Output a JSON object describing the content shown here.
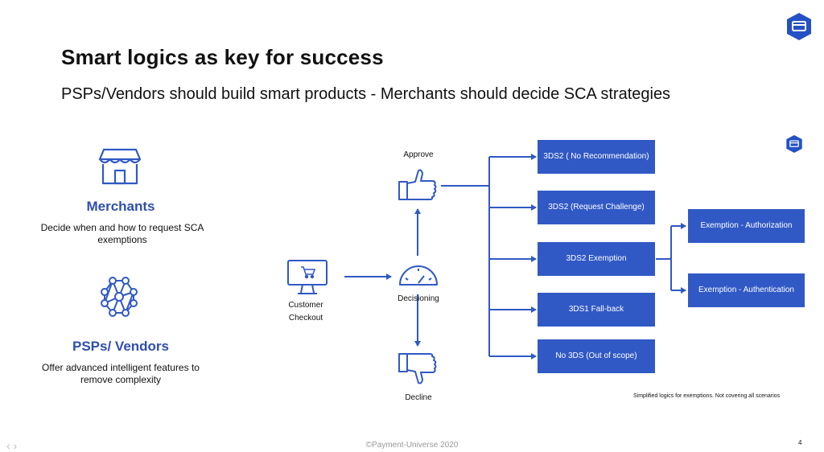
{
  "header": {
    "title": "Smart logics as key for success",
    "subtitle": "PSPs/Vendors should build smart products - Merchants should decide SCA strategies"
  },
  "roles": [
    {
      "title": "Merchants",
      "description": "Decide when and how  to request SCA exemptions",
      "icon": "store-icon"
    },
    {
      "title": "PSPs/ Vendors",
      "description": "Offer advanced intelligent features to remove complexity",
      "icon": "network-icon"
    }
  ],
  "flow": {
    "checkout_label_line1": "Customer",
    "checkout_label_line2": "Checkout",
    "decisioning_label": "Decisioning",
    "approve_label": "Approve",
    "decline_label": "Decline"
  },
  "outcomes": [
    "3DS2 ( No Recommendation)",
    "3DS2 (Request Challenge)",
    "3DS2 Exemption",
    "3DS1 Fall-back",
    "No 3DS (Out of scope)"
  ],
  "exemptions": [
    "Exemption - Authorization",
    "Exemption - Authentication"
  ],
  "note": "Simplified logics for exemptions. Not covering all scenarios",
  "footer": "©Payment-Universe 2020",
  "page_number": "4",
  "nav": "‹ ›",
  "colors": {
    "accent": "#3159c5",
    "heading": "#2f4fb0",
    "logo": "#2451c4"
  }
}
